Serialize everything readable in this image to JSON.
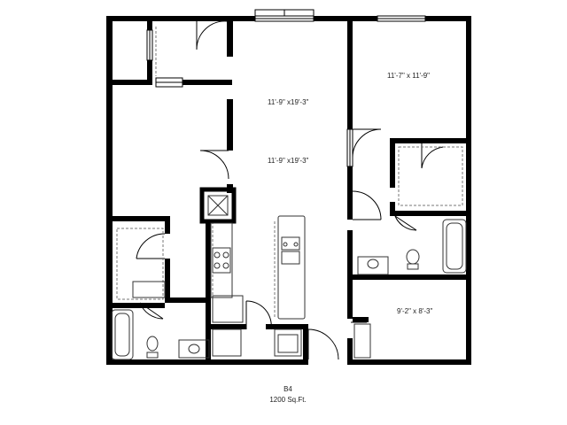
{
  "plan": {
    "unit_name": "B4",
    "area": "1200 Sq.Ft.",
    "rooms": {
      "living": "11'-9\" x19'-3\"",
      "dining": "11'-9\" x19'-3\"",
      "bedroom": "11'-7\" x 11'-9\"",
      "balcony": "9'-2\" x 8'-3\""
    },
    "colors": {
      "wall": "#000000",
      "fixture": "#333333",
      "background": "#ffffff"
    }
  }
}
